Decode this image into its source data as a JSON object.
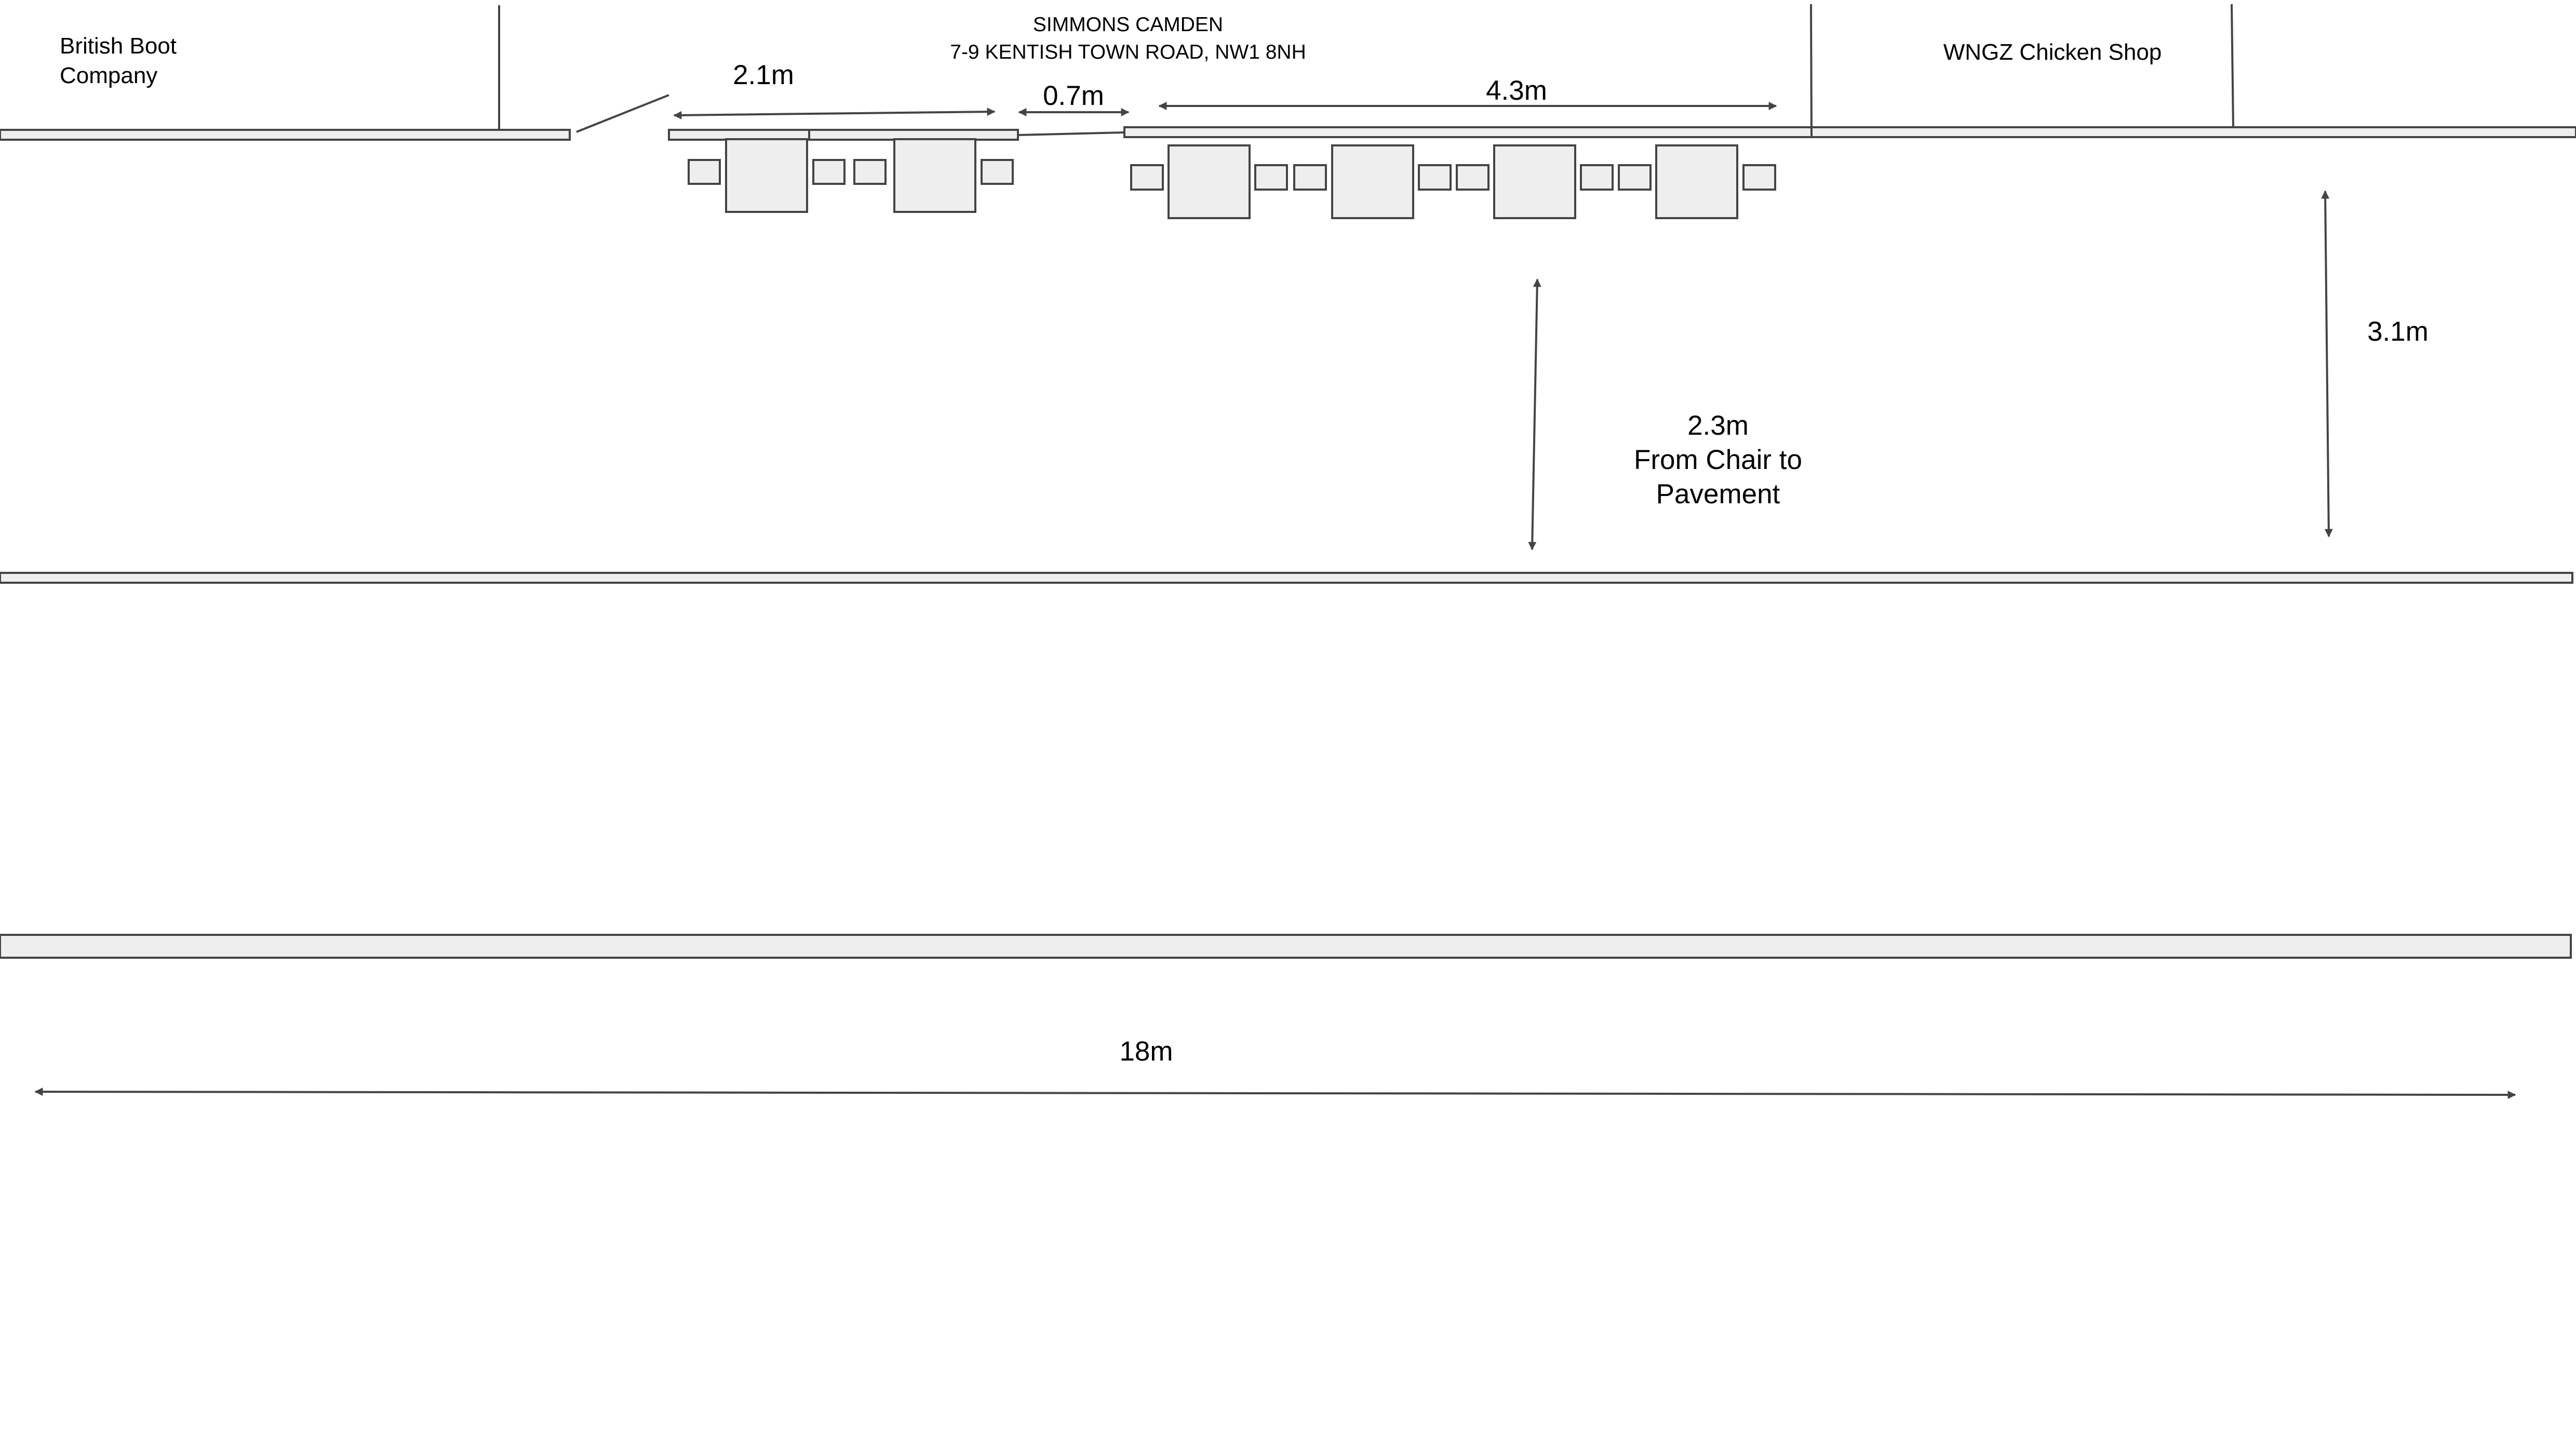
{
  "venue": {
    "name": "SIMMONS CAMDEN",
    "address": "7-9 KENTISH TOWN ROAD, NW1 8NH"
  },
  "neighbours": {
    "left": [
      "British Boot",
      "Company"
    ],
    "right": "WNGZ Chicken Shop"
  },
  "dimensions": {
    "left_seating_width": "2.1m",
    "gap_width": "0.7m",
    "right_seating_width": "4.3m",
    "chair_to_pavement": [
      "2.3m",
      "From Chair to",
      "Pavement"
    ],
    "pavement_width": "3.1m",
    "frontage_length": "18m"
  },
  "colors": {
    "line": "#444444",
    "fill": "#eeeeee",
    "text": "#000000"
  }
}
